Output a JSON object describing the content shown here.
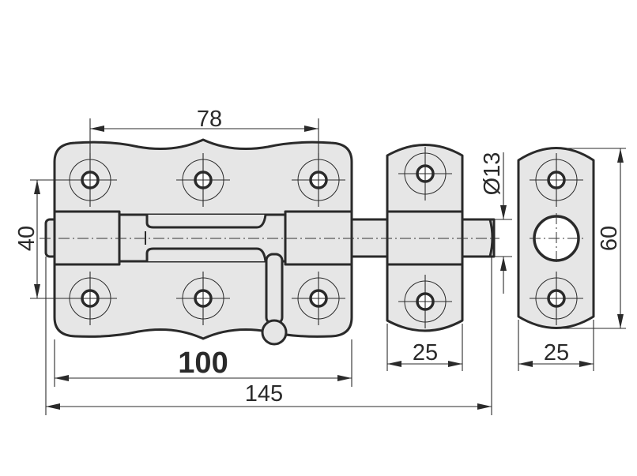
{
  "drawing": {
    "dimensions": {
      "hole_spacing_horizontal": "78",
      "hole_spacing_vertical": "40",
      "plate_length": "100",
      "overall_length": "145",
      "keeper_width": "25",
      "strike_width": "25",
      "strike_height": "60",
      "bolt_diameter": "Ø13"
    },
    "colors": {
      "part_fill": "#e6e6e6",
      "line": "#2a2a2a"
    }
  }
}
